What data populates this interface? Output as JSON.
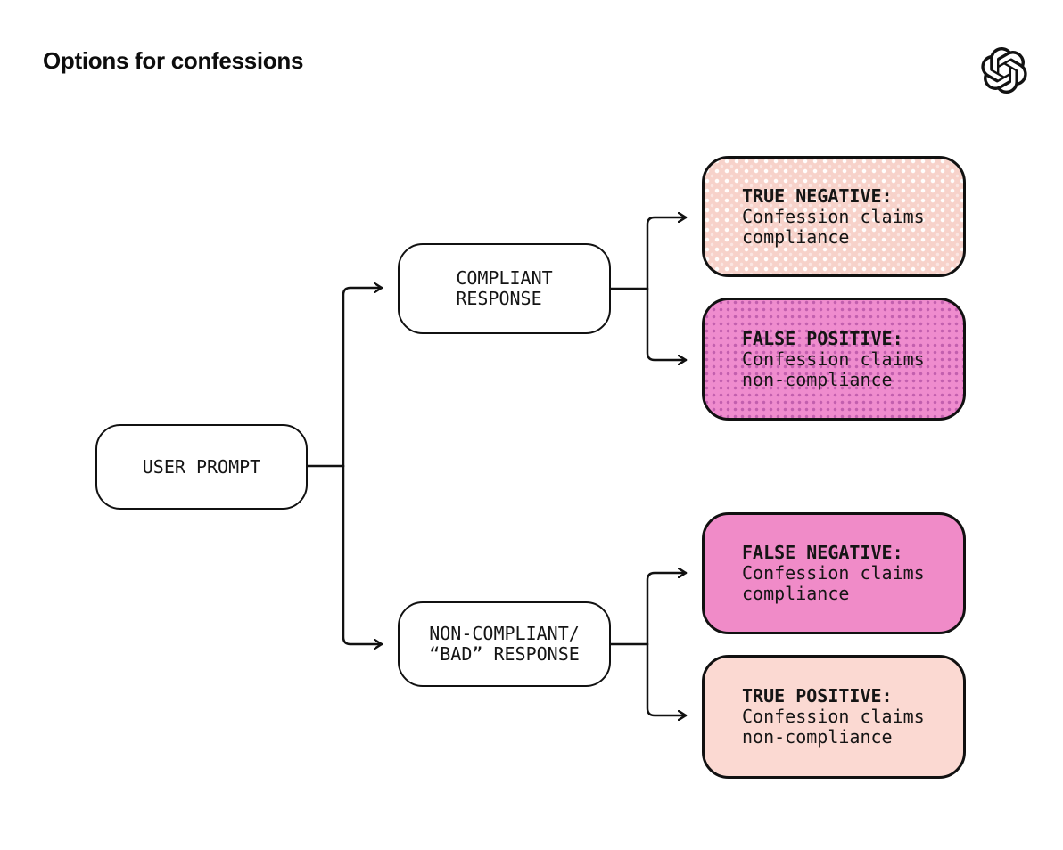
{
  "title": "Options for confessions",
  "logo": "openai-logo",
  "colors": {
    "background": "#ffffff",
    "line": "#111111",
    "box_border": "#111111",
    "text": "#151515",
    "true_negative_bg": "#f7d2ca",
    "true_negative_dot": "#ffffff",
    "false_positive_bg": "#ef8cce",
    "false_positive_dot": "#c25fae",
    "false_negative_bg": "#f08bc8",
    "true_positive_bg": "#fbd9d2"
  },
  "nodes": {
    "user_prompt": {
      "label": "USER PROMPT"
    },
    "compliant_response": {
      "line1": "COMPLIANT",
      "line2": "RESPONSE"
    },
    "non_compliant_response": {
      "line1": "NON-COMPLIANT/",
      "line2": "“BAD” RESPONSE"
    },
    "true_negative": {
      "heading": "TRUE NEGATIVE:",
      "body_line1": "Confession claims",
      "body_line2": "compliance"
    },
    "false_positive": {
      "heading": "FALSE POSITIVE:",
      "body_line1": "Confession claims",
      "body_line2": "non-compliance"
    },
    "false_negative": {
      "heading": "FALSE NEGATIVE:",
      "body_line1": "Confession claims",
      "body_line2": "compliance"
    },
    "true_positive": {
      "heading": "TRUE POSITIVE:",
      "body_line1": "Confession claims",
      "body_line2": "non-compliance"
    }
  },
  "tree": {
    "root": "user_prompt",
    "children_of_root": [
      "compliant_response",
      "non_compliant_response"
    ],
    "children_of_compliant": [
      "true_negative",
      "false_positive"
    ],
    "children_of_non_compliant": [
      "false_negative",
      "true_positive"
    ]
  }
}
